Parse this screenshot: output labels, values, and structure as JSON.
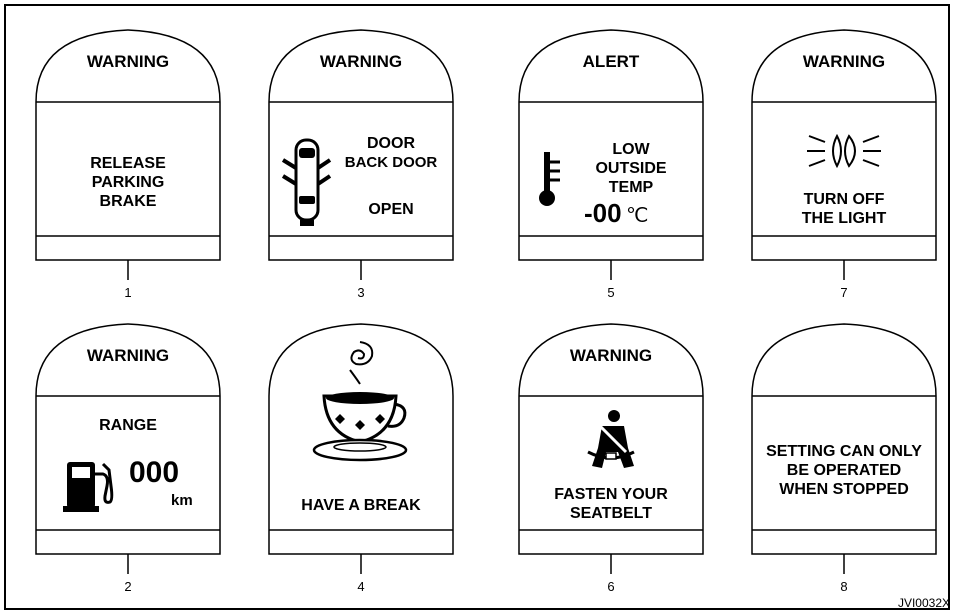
{
  "panels": {
    "p1": {
      "number": "1",
      "header": "WARNING",
      "line1": "RELEASE",
      "line2": "PARKING",
      "line3": "BRAKE"
    },
    "p3": {
      "number": "3",
      "header": "WARNING",
      "line1": "DOOR",
      "line2": "BACK DOOR",
      "line3": "OPEN"
    },
    "p5": {
      "number": "5",
      "header": "ALERT",
      "line1": "LOW",
      "line2": "OUTSIDE",
      "line3": "TEMP",
      "temp_value": "-00",
      "temp_unit": "℃"
    },
    "p7": {
      "number": "7",
      "header": "WARNING",
      "line1": "TURN OFF",
      "line2": "THE LIGHT"
    },
    "p2": {
      "number": "2",
      "header": "WARNING",
      "line1": "RANGE",
      "range_value": "000",
      "range_unit": "km"
    },
    "p4": {
      "number": "4",
      "line1": "HAVE A BREAK"
    },
    "p6": {
      "number": "6",
      "header": "WARNING",
      "line1": "FASTEN YOUR",
      "line2": "SEATBELT"
    },
    "p8": {
      "number": "8",
      "line1": "SETTING CAN ONLY",
      "line2": "BE OPERATED",
      "line3": "WHEN STOPPED"
    }
  },
  "figure_code": "JVI0032X",
  "icons": {
    "p3": "car-door-open-icon",
    "p5": "thermometer-icon",
    "p7": "headlight-icon",
    "p2": "fuel-pump-icon",
    "p4": "coffee-cup-icon",
    "p6": "seatbelt-icon"
  }
}
